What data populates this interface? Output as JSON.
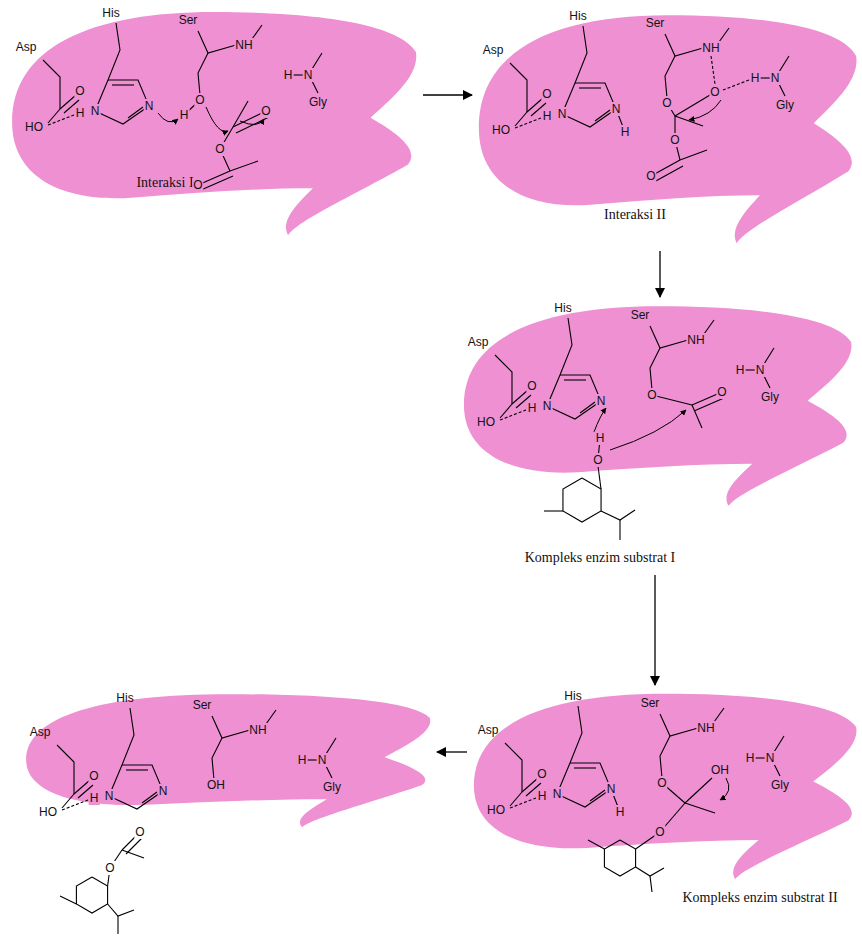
{
  "diagram": {
    "nodes": [
      {
        "text": [
          "Asp",
          "His",
          "Ser",
          "Gly",
          "Interaksi I"
        ]
      },
      {
        "text": [
          "Asp",
          "His",
          "Ser",
          "Gly",
          "Interaksi II"
        ]
      },
      {
        "text": [
          "Asp",
          "His",
          "Ser",
          "Gly",
          "Kompleks enzim substrat I"
        ]
      },
      {
        "text": [
          "Asp",
          "His",
          "Ser",
          "Gly",
          "Kompleks enzim substrat II"
        ]
      },
      {
        "text": [
          "Asp",
          "His",
          "Ser",
          "Gly"
        ]
      }
    ],
    "edges": [
      {
        "from": 0,
        "to": 1,
        "arrow": "to"
      },
      {
        "from": 1,
        "to": 2,
        "arrow": "to"
      },
      {
        "from": 2,
        "to": 3,
        "arrow": "to"
      },
      {
        "from": 3,
        "to": 4,
        "arrow": "to"
      }
    ],
    "labels": [
      "O",
      "HO",
      "H",
      "N",
      "N",
      "NH",
      "O",
      "H",
      "O",
      "O",
      "O",
      "H",
      "N",
      "O",
      "HO",
      "H",
      "N",
      "N",
      "H",
      "NH",
      "O",
      "O",
      "O",
      "O",
      "H",
      "N",
      "O",
      "HO",
      "H",
      "N",
      "N",
      "NH",
      "O",
      "O",
      "H",
      "O",
      "H",
      "N",
      "O",
      "HO",
      "H",
      "N",
      "N",
      "H",
      "NH",
      "O",
      "OH",
      "O",
      "H",
      "N",
      "O",
      "HO",
      "H",
      "N",
      "N",
      "NH",
      "OH",
      "H",
      "N",
      "O",
      "O"
    ]
  }
}
